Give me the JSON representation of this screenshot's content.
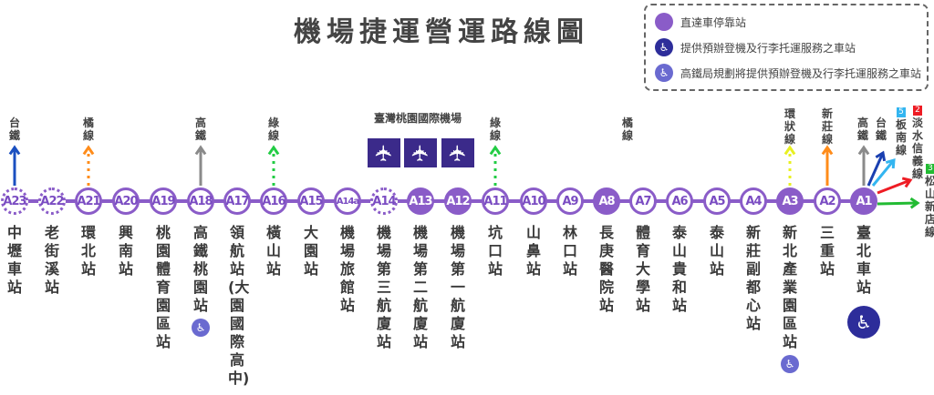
{
  "title": "機場捷運營運路線圖",
  "legend": {
    "items": [
      {
        "label": "直達車停靠站",
        "icon": "express-stop-dot",
        "color": "#8a5cc8"
      },
      {
        "label": "提供預辦登機及行李托運服務之車站",
        "icon": "luggage-icon",
        "color": "#2d2d9a"
      },
      {
        "label": "高鐵局規劃將提供預辦登機及行李托運服務之車站",
        "icon": "luggage-icon",
        "color": "#6a6ad0"
      }
    ]
  },
  "airport_label": "臺灣桃園國際機場",
  "stations": [
    {
      "code": "A23",
      "name": "中壢車站",
      "type": "planned"
    },
    {
      "code": "A22",
      "name": "老街溪站",
      "type": "planned"
    },
    {
      "code": "A21",
      "name": "環北站",
      "type": "normal"
    },
    {
      "code": "A20",
      "name": "興南站",
      "type": "normal"
    },
    {
      "code": "A19",
      "name": "桃園體育園區站",
      "type": "normal"
    },
    {
      "code": "A18",
      "name": "高鐵桃園站",
      "type": "normal",
      "luggage": "planned"
    },
    {
      "code": "A17",
      "name": "領航站(大園國際高中)",
      "type": "normal"
    },
    {
      "code": "A16",
      "name": "橫山站",
      "type": "normal"
    },
    {
      "code": "A15",
      "name": "大園站",
      "type": "normal"
    },
    {
      "code": "A14a",
      "name": "機場旅館站",
      "type": "normal"
    },
    {
      "code": "A14",
      "name": "機場第三航廈站",
      "type": "planned",
      "plane": true
    },
    {
      "code": "A13",
      "name": "機場第二航廈站",
      "type": "filled",
      "plane": true
    },
    {
      "code": "A12",
      "name": "機場第一航廈站",
      "type": "filled",
      "plane": true
    },
    {
      "code": "A11",
      "name": "坑口站",
      "type": "normal"
    },
    {
      "code": "A10",
      "name": "山鼻站",
      "type": "normal"
    },
    {
      "code": "A9",
      "name": "林口站",
      "type": "normal"
    },
    {
      "code": "A8",
      "name": "長庚醫院站",
      "type": "filled"
    },
    {
      "code": "A7",
      "name": "體育大學站",
      "type": "normal"
    },
    {
      "code": "A6",
      "name": "泰山貴和站",
      "type": "normal"
    },
    {
      "code": "A5",
      "name": "泰山站",
      "type": "normal"
    },
    {
      "code": "A4",
      "name": "新莊副都心站",
      "type": "normal"
    },
    {
      "code": "A3",
      "name": "新北產業園區站",
      "type": "filled",
      "luggage": "planned"
    },
    {
      "code": "A2",
      "name": "三重站",
      "type": "normal"
    },
    {
      "code": "A1",
      "name": "臺北車站",
      "type": "filled",
      "luggage": "active"
    }
  ],
  "transfers": [
    {
      "station": "A23",
      "label": "台鐵",
      "color": "#1a4fc0",
      "style": "solid"
    },
    {
      "station": "A21",
      "label": "橘線",
      "color": "#ff8c1a",
      "style": "dotted"
    },
    {
      "station": "A18",
      "label": "高鐵",
      "color": "#8a8a8a",
      "style": "solid"
    },
    {
      "station": "A16",
      "label": "綠線",
      "color": "#22cc44",
      "style": "dotted"
    },
    {
      "station": "A11",
      "label": "綠線",
      "color": "#22cc44",
      "style": "dotted"
    },
    {
      "station": "A7",
      "label": "橘線",
      "color": "#ff8c1a",
      "style": "none"
    },
    {
      "station": "A3",
      "label": "環狀線",
      "color": "#e8f020",
      "style": "dotted"
    },
    {
      "station": "A2",
      "label": "新莊線",
      "color": "#ff8c1a",
      "style": "solid"
    }
  ],
  "a1_transfers": [
    {
      "label": "高鐵",
      "color": "#8a8a8a"
    },
    {
      "label": "台鐵",
      "color": "#1a3fb0"
    },
    {
      "label": "板南線",
      "color": "#33b5f0",
      "badge": "5"
    },
    {
      "label": "淡水信義線",
      "color": "#ee1c24",
      "badge": "2"
    },
    {
      "label": "松山新店線",
      "color": "#22bb33",
      "badge": "3"
    }
  ]
}
